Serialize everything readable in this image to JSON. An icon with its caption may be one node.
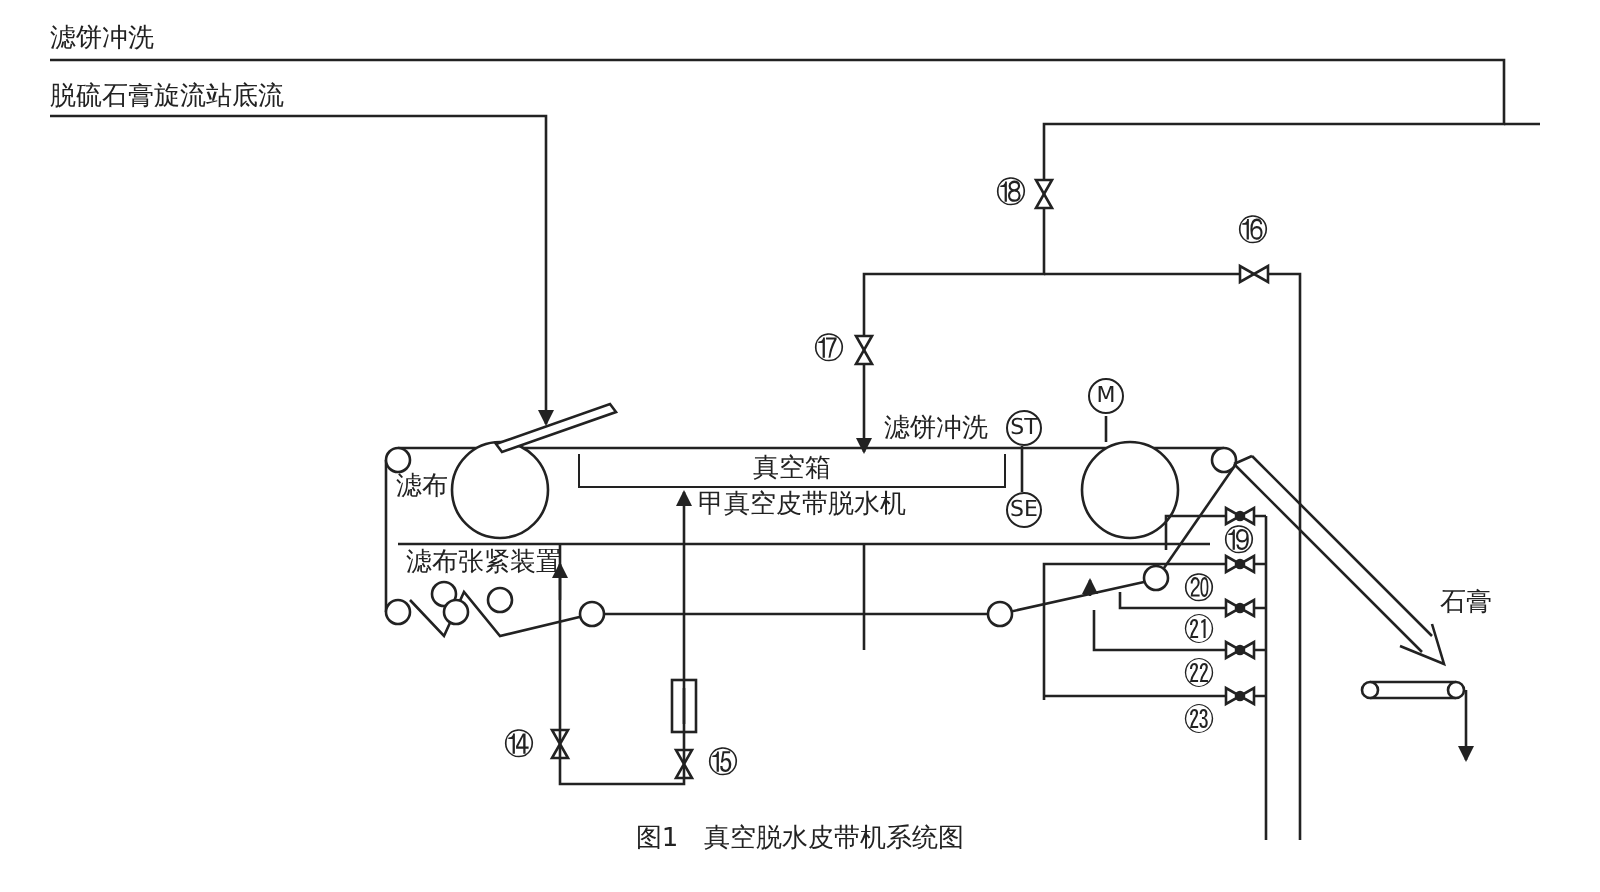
{
  "diagram": {
    "caption": "图1　真空脱水皮带机系统图",
    "nodes": [
      {
        "text": [
          "滤饼冲洗"
        ]
      },
      {
        "text": [
          "脱硫石膏旋流站底流"
        ]
      },
      {
        "text": [],
        "shape": "bar"
      },
      {
        "text": [
          "真空箱"
        ]
      },
      {
        "text": [
          "M"
        ]
      },
      {
        "text": [
          "ST"
        ]
      },
      {
        "text": [
          "SE"
        ]
      }
    ],
    "edges": [
      {
        "from": 0,
        "to": 3,
        "arrow": "to"
      },
      {
        "from": 1,
        "to": 2,
        "arrow": "to"
      },
      {
        "from": 5,
        "to": 6,
        "arrow": "none"
      }
    ],
    "labels": [
      "⑱",
      "⑯",
      "⑰",
      "滤饼冲洗",
      "滤布",
      "甲真空皮带脱水机",
      "滤布张紧装置",
      "⑲",
      "⑳",
      "㉑",
      "㉒",
      "石膏",
      "㉓",
      "⑭",
      "⑮"
    ]
  }
}
